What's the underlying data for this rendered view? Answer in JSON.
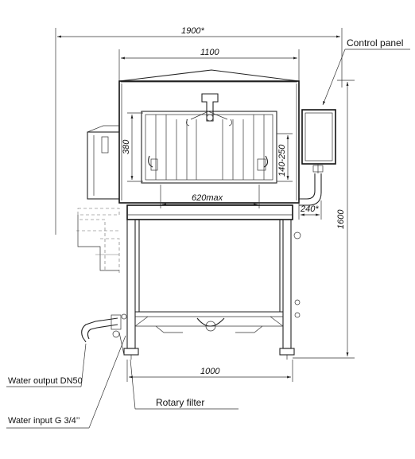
{
  "labels": {
    "control_panel": "Control panel",
    "water_output": "Water output DN50",
    "water_input": "Water input G 3/4’’",
    "rotary_filter": "Rotary filter"
  },
  "dimensions": {
    "overall_width": "1900*",
    "top_width": "1100",
    "height": "1600",
    "window_height": "380",
    "adjust_height": "140-250",
    "max_width": "620max",
    "offset": "240*",
    "base_width": "1000"
  }
}
